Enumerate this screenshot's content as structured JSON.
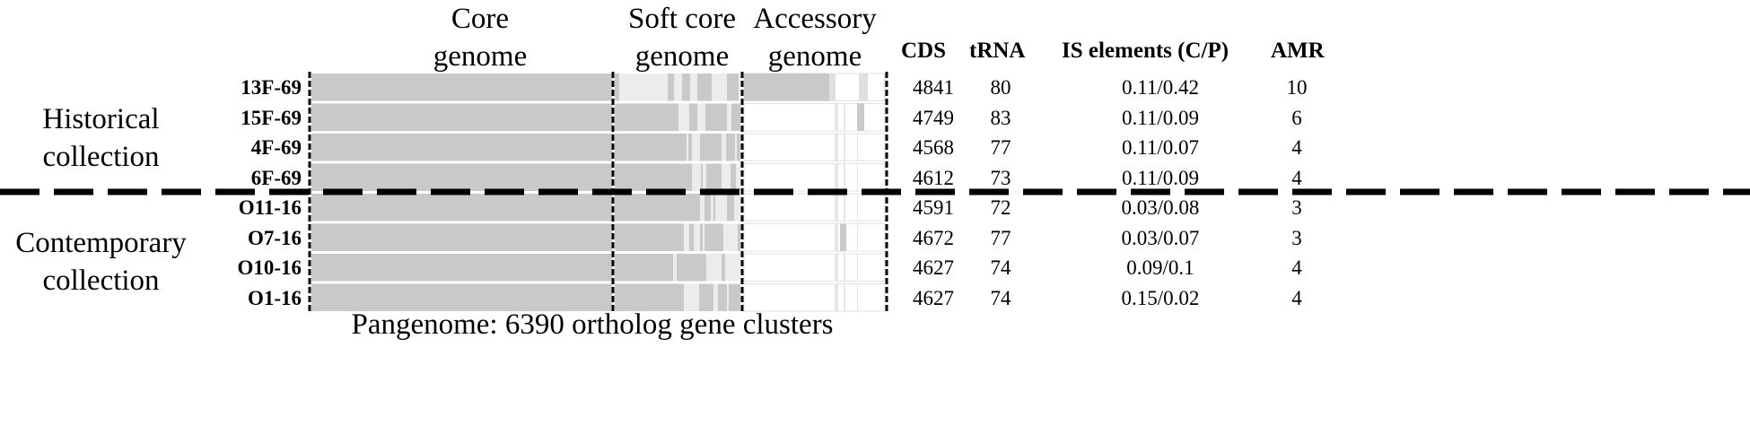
{
  "sections": [
    {
      "key": "core",
      "line1": "Core",
      "line2": "genome"
    },
    {
      "key": "softcore",
      "line1": "Soft core",
      "line2": "genome"
    },
    {
      "key": "accessory",
      "line1": "Accessory",
      "line2": "genome"
    }
  ],
  "columns": {
    "cds": "CDS",
    "trna": "tRNA",
    "is": "IS elements (C/P)",
    "amr": "AMR"
  },
  "groups": [
    {
      "line1": "Historical",
      "line2": "collection"
    },
    {
      "line1": "Contemporary",
      "line2": "collection"
    }
  ],
  "rows": [
    {
      "strain": "13F-69",
      "cds": "4841",
      "trna": "80",
      "is": "0.11/0.42",
      "amr": "10"
    },
    {
      "strain": "15F-69",
      "cds": "4749",
      "trna": "83",
      "is": "0.11/0.09",
      "amr": "6"
    },
    {
      "strain": "4F-69",
      "cds": "4568",
      "trna": "77",
      "is": "0.11/0.07",
      "amr": "4"
    },
    {
      "strain": "6F-69",
      "cds": "4612",
      "trna": "73",
      "is": "0.11/0.09",
      "amr": "4"
    },
    {
      "strain": "O11-16",
      "cds": "4591",
      "trna": "72",
      "is": "0.03/0.08",
      "amr": "3"
    },
    {
      "strain": "O7-16",
      "cds": "4672",
      "trna": "77",
      "is": "0.03/0.07",
      "amr": "3"
    },
    {
      "strain": "O10-16",
      "cds": "4627",
      "trna": "74",
      "is": "0.09/0.1",
      "amr": "4"
    },
    {
      "strain": "O1-16",
      "cds": "4627",
      "trna": "74",
      "is": "0.15/0.02",
      "amr": "4"
    }
  ],
  "footer": "Pangenome: 6390 ortholog gene clusters",
  "colors": {
    "core_fill": "#c9c9c9",
    "present_fill": "#c9c9c9",
    "absent_fill": "#ffffff",
    "separator": "#000000"
  }
}
